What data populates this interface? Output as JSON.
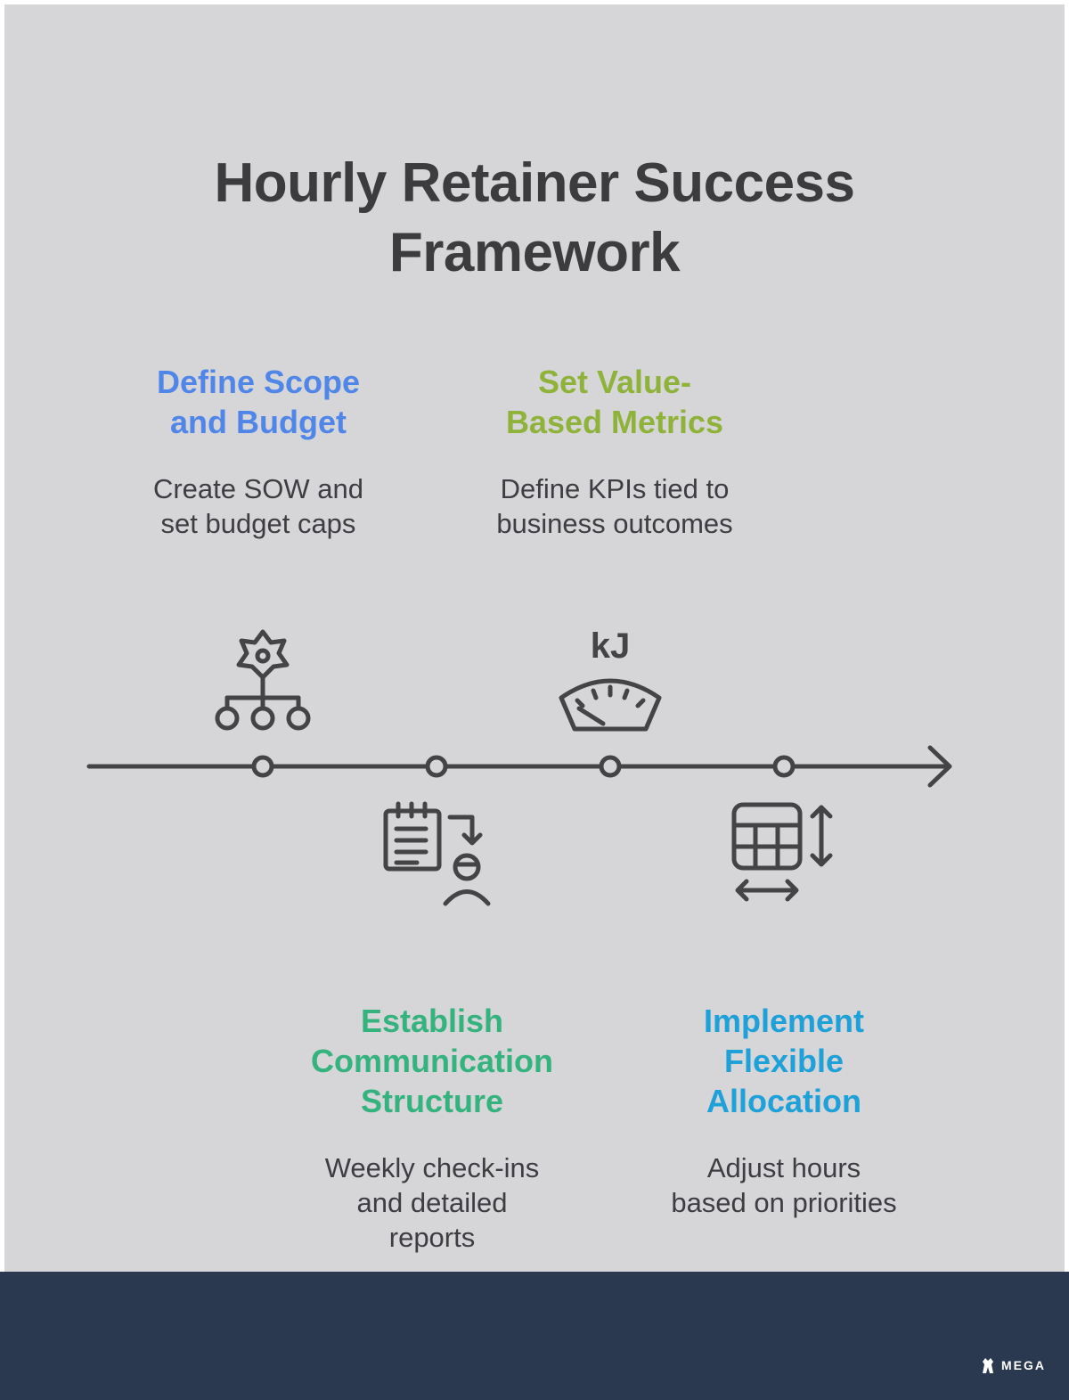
{
  "title": {
    "line1": "Hourly Retainer Success",
    "line2": "Framework"
  },
  "steps": [
    {
      "title_lines": [
        "Define Scope",
        "and Budget"
      ],
      "desc_lines": [
        "Create SOW and",
        "set budget caps"
      ],
      "color": "#4f86e8",
      "icon": "hierarchy-gear-icon",
      "position": "above"
    },
    {
      "title_lines": [
        "Set Value-",
        "Based Metrics"
      ],
      "desc_lines": [
        "Define KPIs tied to",
        "business outcomes"
      ],
      "color": "#8fb33a",
      "icon": "kj-gauge-icon",
      "icon_text": "kJ",
      "position": "above"
    },
    {
      "title_lines": [
        "Establish",
        "Communication",
        "Structure"
      ],
      "desc_lines": [
        "Weekly check-ins",
        "and detailed",
        "reports"
      ],
      "color": "#34b37e",
      "icon": "clipboard-person-icon",
      "position": "below"
    },
    {
      "title_lines": [
        "Implement",
        "Flexible",
        "Allocation"
      ],
      "desc_lines": [
        "Adjust hours",
        "based on priorities"
      ],
      "color": "#1ea0d8",
      "icon": "resizable-table-icon",
      "position": "below"
    }
  ],
  "timeline": {
    "arrow_icon": "arrow-right-icon",
    "color": "#444446"
  },
  "footer": {
    "brand": "MEGA",
    "brand_icon": "mega-logo-icon",
    "background": "#2b3950"
  }
}
